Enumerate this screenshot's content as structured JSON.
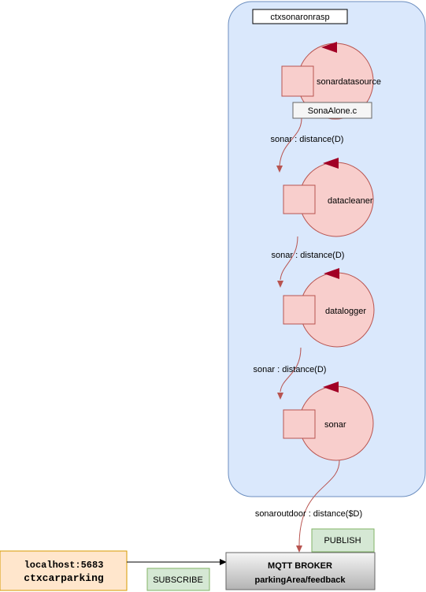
{
  "container": {
    "title": "ctxsonaronrasp"
  },
  "actors": [
    {
      "name": "sonardatasource",
      "tag": "SonaAlone.c"
    },
    {
      "name": "datacleaner"
    },
    {
      "name": "datalogger"
    },
    {
      "name": "sonar"
    }
  ],
  "flows": [
    {
      "label": "sonar : distance(D)"
    },
    {
      "label": "sonar : distance(D)"
    },
    {
      "label": "sonar : distance(D)"
    },
    {
      "label": "sonaroutdoor : distance($D)"
    }
  ],
  "context": {
    "host": "localhost:5683",
    "name": "ctxcarparking"
  },
  "broker": {
    "title": "MQTT BROKER",
    "topic": "parkingArea/feedback"
  },
  "buttons": {
    "publish": "PUBLISH",
    "subscribe": "SUBSCRIBE"
  },
  "colors": {
    "container_fill": "#dae8fc",
    "container_stroke": "#6c8ebf",
    "actor_fill": "#f8cecc",
    "actor_stroke": "#b85450",
    "arrow_head": "#a20025",
    "context_fill": "#ffe6cc",
    "context_stroke": "#d79b00",
    "broker_fill_top": "#f5f5f5",
    "broker_fill_bottom": "#b3b3b3",
    "button_fill": "#d5e8d4",
    "button_stroke": "#82b366"
  }
}
